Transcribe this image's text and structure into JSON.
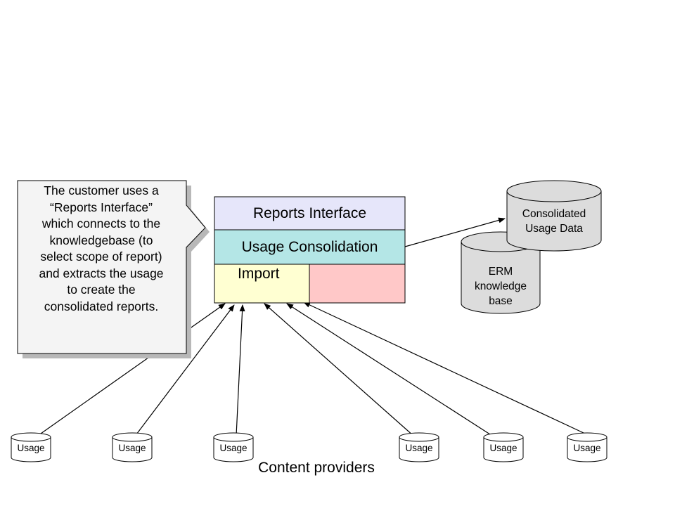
{
  "callout": {
    "lines": [
      "The customer uses a",
      "“Reports Interface”",
      "which connects to the",
      "knowledgebase (to",
      "select scope of report)",
      "and extracts the usage",
      "to create the",
      "consolidated reports."
    ]
  },
  "system": {
    "reports_interface": "Reports Interface",
    "usage_consolidation": "Usage Consolidation",
    "import": "Import"
  },
  "databases": {
    "consolidated": [
      "Consolidated",
      "Usage Data"
    ],
    "erm": [
      "ERM",
      "knowledge",
      "base"
    ]
  },
  "providers": {
    "items": [
      "Usage",
      "Usage",
      "Usage",
      "Usage",
      "Usage",
      "Usage"
    ],
    "label": "Content providers"
  },
  "colors": {
    "reports_interface": "#e6e6fa",
    "usage_consolidation": "#b4e6e6",
    "import": "#ffffd2",
    "extra_module": "#ffc8c8",
    "database_fill": "#dcdcdc",
    "callout_fill": "#f4f4f4"
  }
}
